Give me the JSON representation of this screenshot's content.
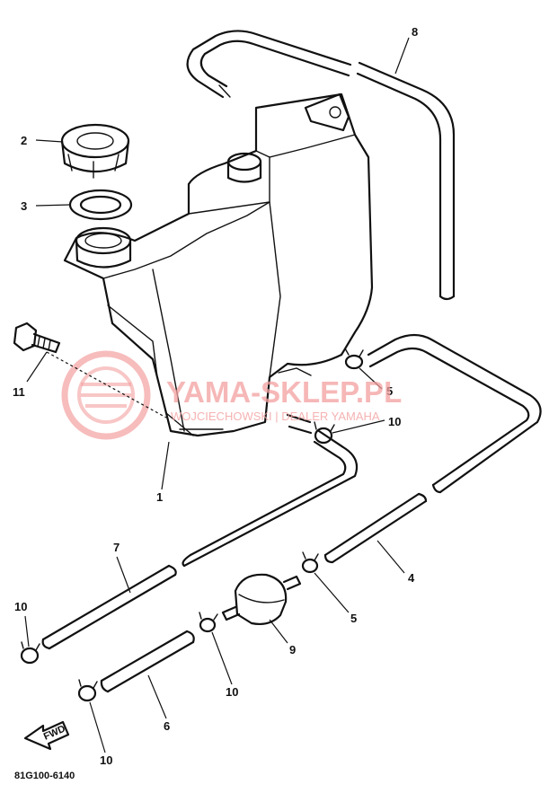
{
  "diagram": {
    "callouts": {
      "p1": "1",
      "p2": "2",
      "p3": "3",
      "p4": "4",
      "p5a": "5",
      "p5b": "5",
      "p6": "6",
      "p7": "7",
      "p8": "8",
      "p9": "9",
      "p10a": "10",
      "p10b": "10",
      "p10c": "10",
      "p10d": "10",
      "p11": "11"
    },
    "fwd_label": "FWD",
    "figure_code": "81G100-6140"
  },
  "watermark": {
    "title": "YAMA-SKLEP.PL",
    "subtitle": "WOJCIECHOWSKI | DEALER YAMAHA",
    "color": "#f3a0a0"
  },
  "colors": {
    "line": "#111111",
    "background": "#ffffff"
  }
}
